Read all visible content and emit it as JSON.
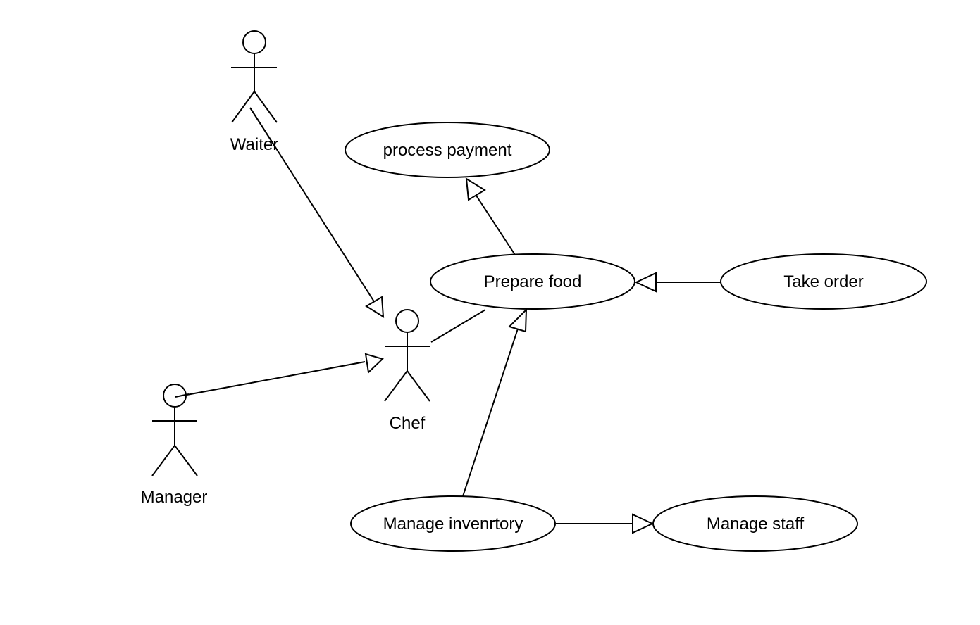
{
  "diagram": {
    "actors": {
      "waiter": "Waiter",
      "chef": "Chef",
      "manager": "Manager"
    },
    "use_cases": {
      "process_payment": "process payment",
      "prepare_food": "Prepare food",
      "take_order": "Take order",
      "manage_inventory": "Manage invenrtory",
      "manage_staff": "Manage staff"
    },
    "colors": {
      "stroke": "#000000",
      "background": "#ffffff"
    }
  }
}
